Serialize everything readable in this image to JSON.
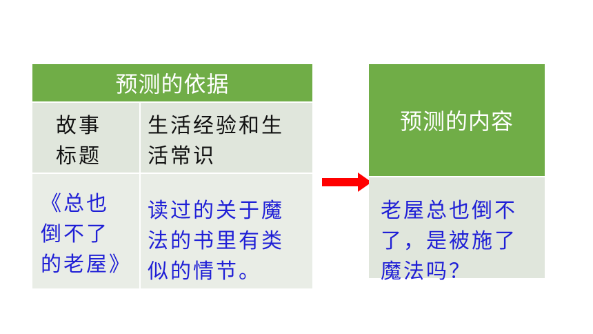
{
  "basis_table": {
    "header": "预测的依据",
    "columns": [
      {
        "heading_lines": [
          "故事",
          "标题"
        ],
        "content_lines": [
          "《总也",
          "倒不了",
          "的老屋》"
        ]
      },
      {
        "heading_lines": [
          "生活经验和生",
          "活常识"
        ],
        "content_lines": [
          "读过的关于魔",
          "法的书里有类",
          "似的情节。"
        ]
      }
    ]
  },
  "prediction_table": {
    "header": "预测的内容",
    "content_lines": [
      "老屋总也倒不",
      "了，是被施了",
      "魔法吗？"
    ]
  },
  "colors": {
    "header_green": "#70ad47",
    "cell_light": "#e0e6dc",
    "text_blue": "#1f1fd6",
    "arrow_red": "#ff0000"
  },
  "arrow_icon": "right-arrow-icon"
}
